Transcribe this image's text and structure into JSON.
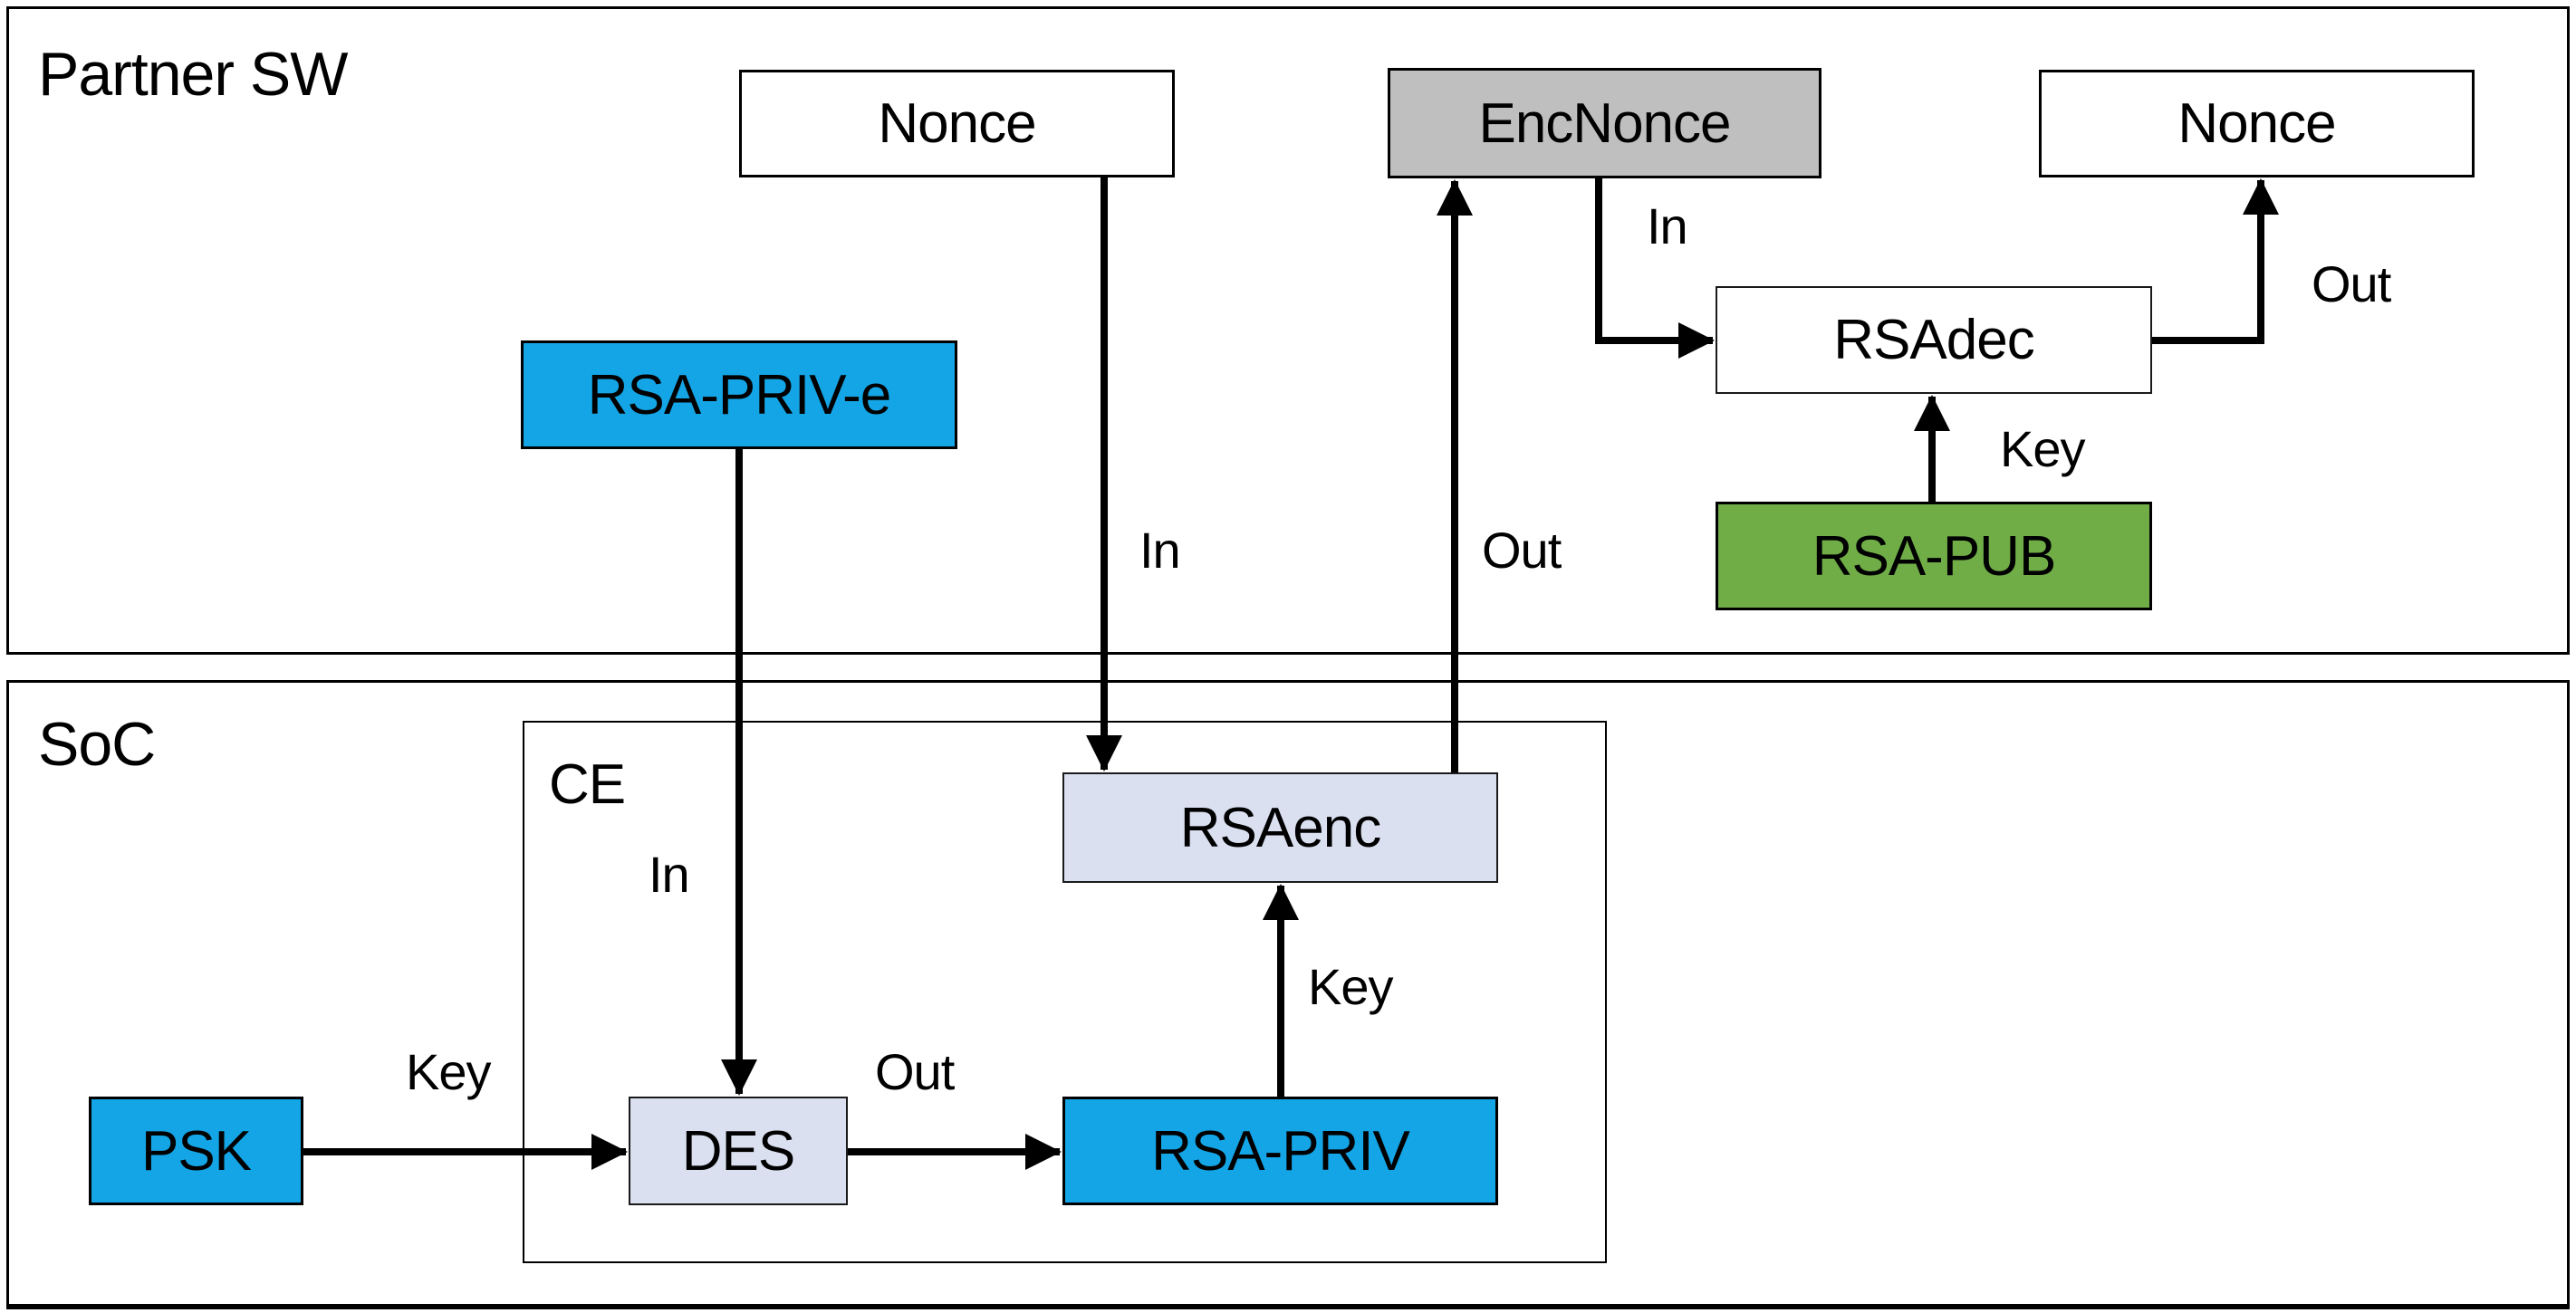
{
  "diagram": {
    "containers": {
      "partner_sw": {
        "label": "Partner SW"
      },
      "soc": {
        "label": "SoC"
      },
      "ce": {
        "label": "CE"
      }
    },
    "nodes": {
      "nonce_src": {
        "label": "Nonce",
        "fill": "#FFFFFF"
      },
      "enc_nonce": {
        "label": "EncNonce",
        "fill": "#BFBFBF"
      },
      "nonce_out": {
        "label": "Nonce",
        "fill": "#FFFFFF"
      },
      "rsa_priv_e": {
        "label": "RSA-PRIV-e",
        "fill": "#14A5E6"
      },
      "rsa_dec": {
        "label": "RSAdec",
        "fill": "#FFFFFF"
      },
      "rsa_pub": {
        "label": "RSA-PUB",
        "fill": "#70AD47"
      },
      "rsa_enc": {
        "label": "RSAenc",
        "fill": "#DBE0F1"
      },
      "des": {
        "label": "DES",
        "fill": "#DBE0F1"
      },
      "rsa_priv": {
        "label": "RSA-PRIV",
        "fill": "#14A5E6"
      },
      "psk": {
        "label": "PSK",
        "fill": "#14A5E6"
      }
    },
    "edge_labels": {
      "nonce_to_rsaenc": "In",
      "rsaenc_to_encnonce": "Out",
      "encnonce_to_rsadec": "In",
      "rsadec_to_nonce": "Out",
      "rsapub_to_rsadec": "Key",
      "rsaprive_to_des": "In",
      "psk_to_des": "Key",
      "des_to_rsapriv": "Out",
      "rsapriv_to_rsaenc": "Key"
    },
    "colors": {
      "cyan_key": "#14A5E6",
      "gray_data": "#BFBFBF",
      "green_key": "#70AD47",
      "lavender_engine": "#DBE0F1",
      "wire": "#000000",
      "background": "#FFFFFF"
    }
  }
}
